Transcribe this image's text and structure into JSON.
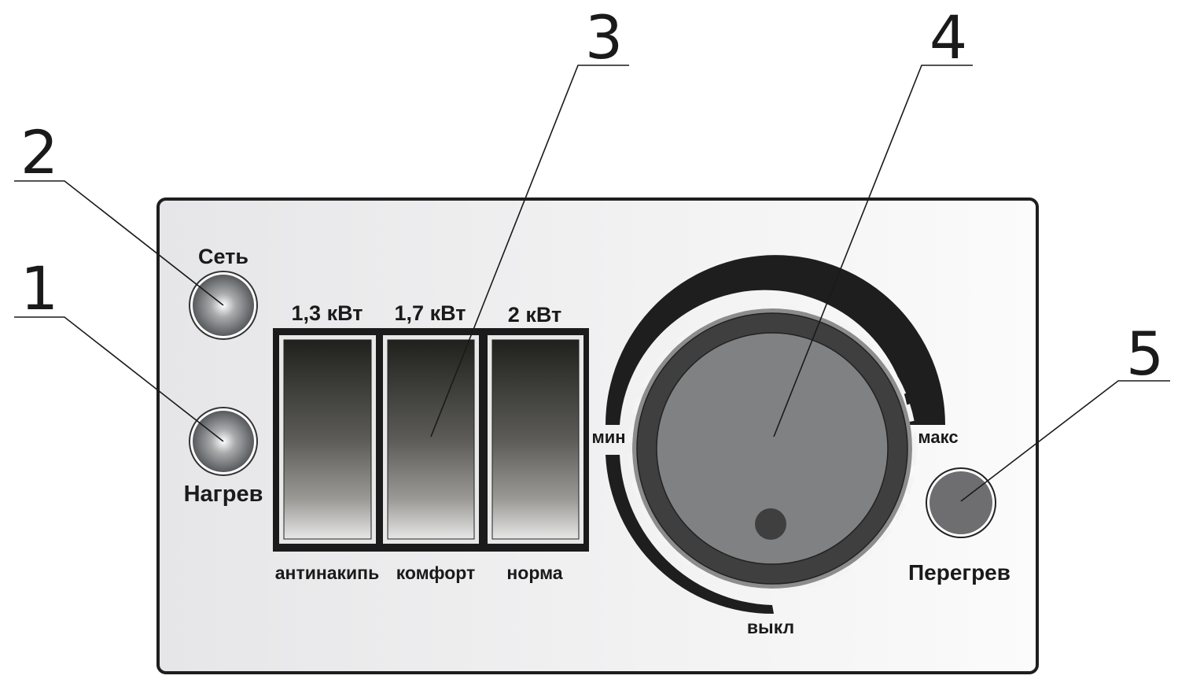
{
  "callouts": {
    "c1": "1",
    "c2": "2",
    "c3": "3",
    "c4": "4",
    "c5": "5"
  },
  "indicators": {
    "power_label": "Сеть",
    "heating_label": "Нагрев",
    "overheat_label": "Перегрев"
  },
  "switches": [
    {
      "power": "1,3 кВт",
      "mode": "антинакипь"
    },
    {
      "power": "1,7 кВт",
      "mode": "комфорт"
    },
    {
      "power": "2 кВт",
      "mode": "норма"
    }
  ],
  "thermostat": {
    "min_label": "мин",
    "max_label": "макс",
    "off_label": "выкл"
  },
  "colors": {
    "knob": "#808183",
    "knob_ring": "#3f3f3f",
    "knurl": "#8c8c8c",
    "arc": "#1e1e1e",
    "overheat": "#6e6e70"
  }
}
